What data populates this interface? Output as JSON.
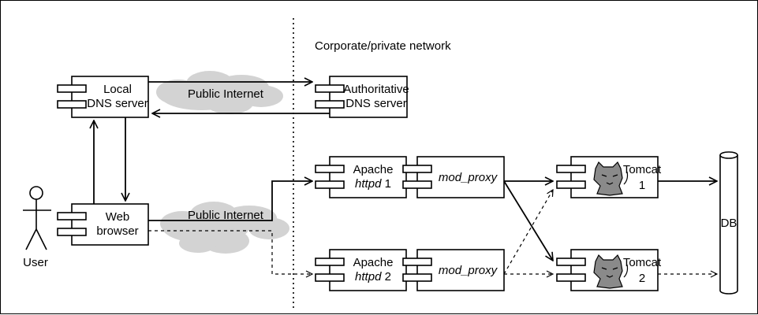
{
  "network_label": "Corporate/private network",
  "nodes": {
    "local_dns": {
      "line1": "Local",
      "line2": "DNS server"
    },
    "auth_dns": {
      "line1": "Authoritative",
      "line2": "DNS server"
    },
    "browser": {
      "line1": "Web",
      "line2": "browser"
    },
    "apache1": {
      "line1": "Apache",
      "line2_italic": "httpd",
      "line2_suffix": " 1"
    },
    "apache2": {
      "line1": "Apache",
      "line2_italic": "httpd",
      "line2_suffix": " 2"
    },
    "mod_proxy1": {
      "label": "mod_proxy"
    },
    "mod_proxy2": {
      "label": "mod_proxy"
    },
    "tomcat1": {
      "line1": "Tomcat",
      "line2": "1"
    },
    "tomcat2": {
      "line1": "Tomcat",
      "line2": "2"
    },
    "db": {
      "label": "DB"
    },
    "user": {
      "label": "User"
    }
  },
  "clouds": {
    "top": "Public Internet",
    "bottom": "Public Internet"
  },
  "colors": {
    "line": "#000000",
    "cloud": "#d3d3d3",
    "tomcat_fill": "#8a8a8a"
  }
}
